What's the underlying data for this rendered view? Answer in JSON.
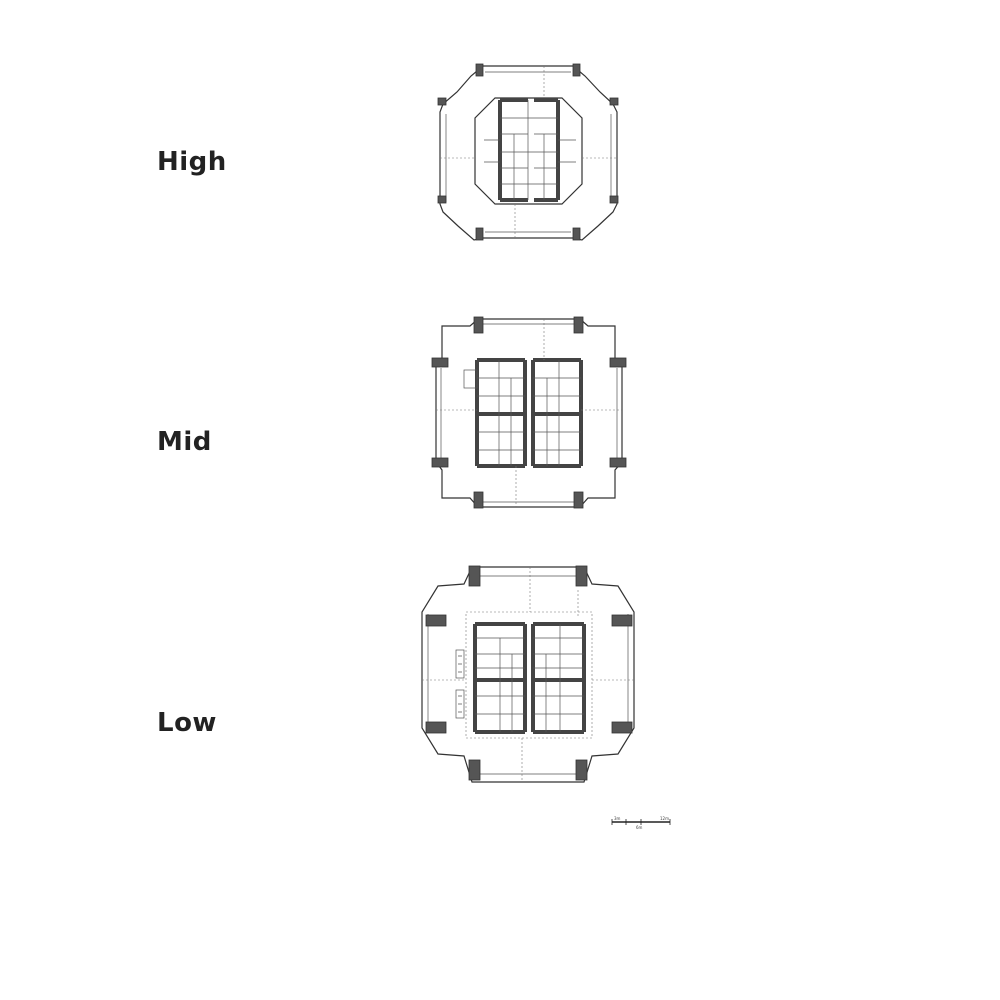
{
  "labels": {
    "high": "High",
    "mid": "Mid",
    "low": "Low"
  },
  "scale_bar": {
    "left": "3m",
    "middle": "6m",
    "right": "12m"
  }
}
